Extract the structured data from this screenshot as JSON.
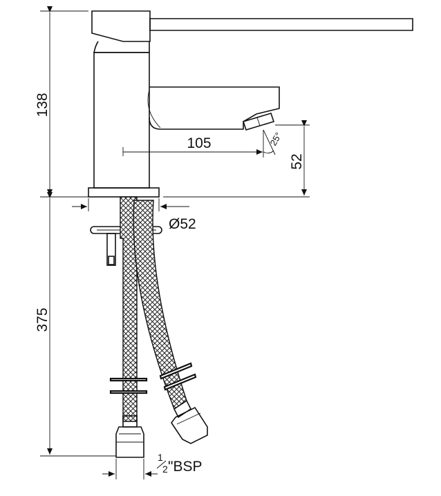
{
  "dimensions": {
    "body_height": "138",
    "hose_length": "375",
    "spout_reach": "105",
    "spout_height": "52",
    "base_diameter": "Ø52",
    "spout_angle": "25°",
    "thread_fraction_num": "1",
    "thread_fraction_den": "2",
    "thread_suffix": "\"BSP"
  },
  "colors": {
    "line": "#111111",
    "background": "#ffffff"
  }
}
